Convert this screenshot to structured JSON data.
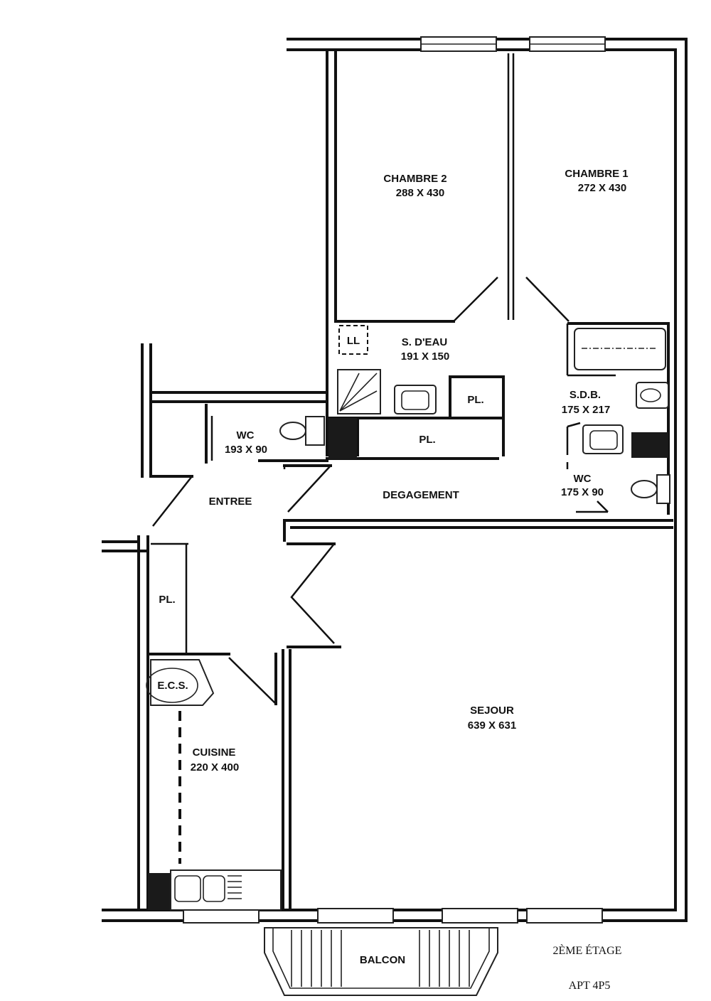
{
  "rooms": {
    "chambre2": {
      "name": "CHAMBRE 2",
      "dims": "288 X 430"
    },
    "chambre1": {
      "name": "CHAMBRE 1",
      "dims": "272 X 430"
    },
    "sdeau": {
      "name": "S. D'EAU",
      "dims": "191 X 150"
    },
    "sdb": {
      "name": "S.D.B.",
      "dims": "175 X 217"
    },
    "wc_left": {
      "name": "WC",
      "dims": "193 X 90"
    },
    "wc_right": {
      "name": "WC",
      "dims": "175 X 90"
    },
    "entree": {
      "name": "ENTREE"
    },
    "degagement": {
      "name": "DEGAGEMENT"
    },
    "sejour": {
      "name": "SEJOUR",
      "dims": "639 X 631"
    },
    "cuisine": {
      "name": "CUISINE",
      "dims": "220 X 400"
    },
    "balcon": {
      "name": "BALCON"
    }
  },
  "labels": {
    "ll": "LL",
    "ecs": "E.C.S.",
    "placard": "PL."
  },
  "footer": {
    "floor": "2ÈME ÉTAGE",
    "apartment": "APT 4P5"
  }
}
